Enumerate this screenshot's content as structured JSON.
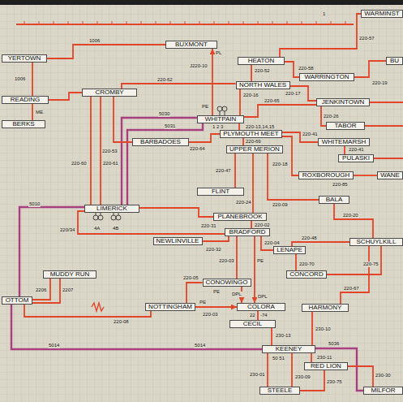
{
  "diagram": {
    "nodes": [
      {
        "text": [
          "WARMINST"
        ]
      },
      {
        "text": [
          "BUXMONT"
        ]
      },
      {
        "text": [
          "YERTOWN"
        ]
      },
      {
        "text": [
          "HEATON"
        ]
      },
      {
        "text": [
          "BU"
        ]
      },
      {
        "text": [
          "WARRINGTON"
        ]
      },
      {
        "text": [
          "NORTH WALES"
        ]
      },
      {
        "text": [
          "CROMBY"
        ]
      },
      {
        "text": [
          "READING"
        ]
      },
      {
        "text": [
          "JENKINTOWN"
        ]
      },
      {
        "text": [
          "WHITPAIN"
        ]
      },
      {
        "text": [
          "BERKS"
        ]
      },
      {
        "text": [
          "TABOR"
        ]
      },
      {
        "text": [
          "PLYMOUTH MEET"
        ]
      },
      {
        "text": [
          "BARBADOES"
        ]
      },
      {
        "text": [
          "WHITEMARSH"
        ]
      },
      {
        "text": [
          "UPPER MERION"
        ]
      },
      {
        "text": [
          "PULASKI"
        ]
      },
      {
        "text": [
          "ROXBOROUGH"
        ]
      },
      {
        "text": [
          "WANE"
        ]
      },
      {
        "text": [
          "FLINT"
        ]
      },
      {
        "text": [
          "BALA"
        ]
      },
      {
        "text": [
          "LIMERICK"
        ]
      },
      {
        "text": [
          "PLANEBROOK"
        ]
      },
      {
        "text": [
          "BRADFORD"
        ]
      },
      {
        "text": [
          "NEWLINVILLE"
        ]
      },
      {
        "text": [
          "SCHUYLKILL"
        ]
      },
      {
        "text": [
          "LENAPE"
        ]
      },
      {
        "text": [
          "MUDDY RUN"
        ]
      },
      {
        "text": [
          "CONCORD"
        ]
      },
      {
        "text": [
          "CONOWINGO"
        ]
      },
      {
        "text": [
          "OTTOM"
        ]
      },
      {
        "text": [
          "NOTTINGHAM"
        ]
      },
      {
        "text": [
          "COLORA"
        ]
      },
      {
        "text": [
          "HARMONY"
        ]
      },
      {
        "text": [
          "CECIL"
        ]
      },
      {
        "text": [
          "KEENEY"
        ]
      },
      {
        "text": [
          "RED LION"
        ]
      },
      {
        "text": [
          "STEELE"
        ]
      },
      {
        "text": [
          "MILFOR"
        ]
      }
    ],
    "edges": [
      {
        "from": 0,
        "to": 3,
        "label": "220-57",
        "arrow": "none"
      },
      {
        "from": 2,
        "to": 1,
        "label": "1006",
        "arrow": "none"
      },
      {
        "from": 2,
        "to": 8,
        "label": "1006",
        "arrow": "none"
      },
      {
        "from": 8,
        "to": 11,
        "label": "ME.",
        "arrow": "none"
      },
      {
        "from": 8,
        "to": 7,
        "arrow": "none"
      },
      {
        "from": 10,
        "to": 1,
        "label": "J220-10",
        "arrow": "to"
      },
      {
        "from": 3,
        "to": 6,
        "label": "220-52",
        "arrow": "none"
      },
      {
        "from": 3,
        "to": 5,
        "label": "220-58",
        "arrow": "none"
      },
      {
        "from": 5,
        "to": 4,
        "label": "220-19",
        "arrow": "none"
      },
      {
        "from": 7,
        "to": 6,
        "label": "220-62",
        "arrow": "none"
      },
      {
        "from": 6,
        "to": 10,
        "label": "220-16",
        "arrow": "none"
      },
      {
        "from": 6,
        "to": 9,
        "label": "220-17",
        "arrow": "none"
      },
      {
        "from": 10,
        "to": 9,
        "label": "220-65",
        "arrow": "none"
      },
      {
        "from": 9,
        "to": 12,
        "label": "220-26",
        "arrow": "none"
      },
      {
        "from": 10,
        "to": 13,
        "label": "220-13,14,15",
        "arrow": "none"
      },
      {
        "from": 10,
        "to": 22,
        "label": "5030",
        "arrow": "none"
      },
      {
        "from": 22,
        "to": 10,
        "label": "5031",
        "arrow": "none"
      },
      {
        "from": 7,
        "to": 22,
        "label": "220-60",
        "arrow": "none"
      },
      {
        "from": 7,
        "to": 22,
        "label": "220-61",
        "arrow": "none"
      },
      {
        "from": 7,
        "to": 14,
        "label": "220-53",
        "arrow": "none"
      },
      {
        "from": 14,
        "to": 13,
        "label": "220-64",
        "arrow": "none"
      },
      {
        "from": 13,
        "to": 15,
        "label": "220-41",
        "arrow": "none"
      },
      {
        "from": 15,
        "to": 17,
        "label": "220-41",
        "arrow": "none"
      },
      {
        "from": 13,
        "to": 16,
        "label": "220-69",
        "arrow": "none"
      },
      {
        "from": 13,
        "to": 18,
        "label": "220-18",
        "arrow": "none"
      },
      {
        "from": 18,
        "to": 19,
        "label": "220-85",
        "arrow": "none"
      },
      {
        "from": 16,
        "to": 20,
        "label": "220-47",
        "arrow": "none"
      },
      {
        "from": 16,
        "to": 23,
        "label": "220-24",
        "arrow": "none"
      },
      {
        "from": 16,
        "to": 21,
        "label": "220-09",
        "arrow": "none"
      },
      {
        "from": 21,
        "to": 26,
        "label": "220-20",
        "arrow": "none"
      },
      {
        "from": 22,
        "to": 23,
        "label": "220-31",
        "arrow": "none"
      },
      {
        "from": 23,
        "to": 24,
        "label": "220-02",
        "arrow": "none"
      },
      {
        "from": 22,
        "to": 24,
        "label": "220/34",
        "arrow": "none"
      },
      {
        "from": 24,
        "to": 25,
        "label": "220-32",
        "arrow": "none"
      },
      {
        "from": 24,
        "to": 30,
        "label": "220-03",
        "arrow": "none"
      },
      {
        "from": 24,
        "to": 27,
        "label": "220-04",
        "arrow": "none"
      },
      {
        "from": 24,
        "to": 33,
        "label": "PE",
        "arrow": "to"
      },
      {
        "from": 27,
        "to": 26,
        "label": "220-48",
        "arrow": "none"
      },
      {
        "from": 27,
        "to": 29,
        "label": "220-70",
        "arrow": "none"
      },
      {
        "from": 29,
        "to": 26,
        "label": "220-75",
        "arrow": "none"
      },
      {
        "from": 32,
        "to": 30,
        "label": "220-05",
        "arrow": "none"
      },
      {
        "from": 30,
        "to": 33,
        "label": "DPL",
        "arrow": "to"
      },
      {
        "from": 32,
        "to": 33,
        "label": "220-03",
        "arrow": "to"
      },
      {
        "from": 28,
        "to": 31,
        "label": "2206",
        "arrow": "none"
      },
      {
        "from": 28,
        "to": 31,
        "label": "2207",
        "arrow": "none"
      },
      {
        "from": 31,
        "to": 32,
        "label": "220-08",
        "arrow": "none"
      },
      {
        "from": 22,
        "to": 31,
        "label": "5010",
        "arrow": "none"
      },
      {
        "from": 31,
        "to": 36,
        "label": "5014",
        "arrow": "none"
      },
      {
        "from": 33,
        "to": 35,
        "label": "22",
        "arrow": "none"
      },
      {
        "from": 34,
        "to": 36,
        "label": "230-10",
        "arrow": "none"
      },
      {
        "from": 35,
        "to": 36,
        "label": "230-13",
        "arrow": "none"
      },
      {
        "from": 34,
        "to": 26,
        "label": "220-67",
        "arrow": "none"
      },
      {
        "from": 36,
        "to": 37,
        "label": "230-11",
        "arrow": "none"
      },
      {
        "from": 36,
        "to": 39,
        "label": "5036",
        "arrow": "none"
      },
      {
        "from": 37,
        "to": 39,
        "label": "230-30",
        "arrow": "none"
      },
      {
        "from": 36,
        "to": 38,
        "label": "230-01",
        "arrow": "none"
      },
      {
        "from": 36,
        "to": 38,
        "label": "230-09",
        "arrow": "none"
      },
      {
        "from": 37,
        "to": 38,
        "label": "230-75",
        "arrow": "none"
      }
    ],
    "labels": [
      "1",
      "PL",
      "PE",
      "1 2 3",
      "4A",
      "4B",
      "PE",
      "PE",
      "DPL",
      "-74",
      "5014",
      "50 51"
    ]
  }
}
